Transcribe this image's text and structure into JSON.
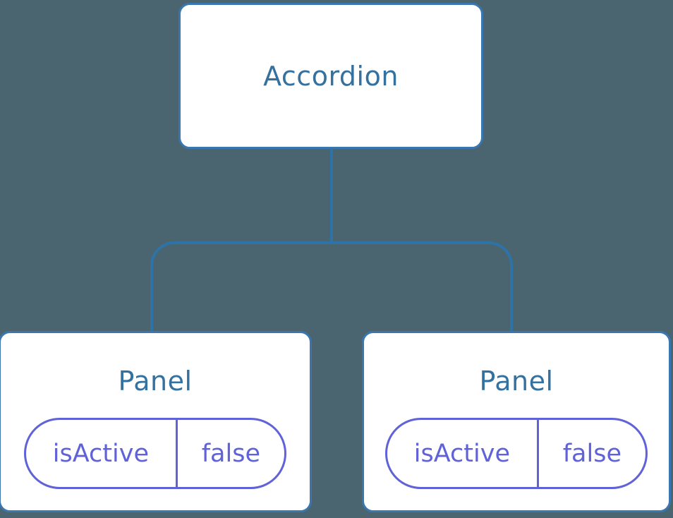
{
  "diagram": {
    "type": "component-tree",
    "colors": {
      "background": "#4a6570",
      "node_fill": "#ffffff",
      "node_border": "#3a76af",
      "connector": "#2d73a8",
      "title_text": "#35719f",
      "state_accent": "#6062d8"
    },
    "root": {
      "label": "Accordion"
    },
    "panels": [
      {
        "label": "Panel",
        "state": {
          "key": "isActive",
          "value": "false"
        }
      },
      {
        "label": "Panel",
        "state": {
          "key": "isActive",
          "value": "false"
        }
      }
    ]
  }
}
